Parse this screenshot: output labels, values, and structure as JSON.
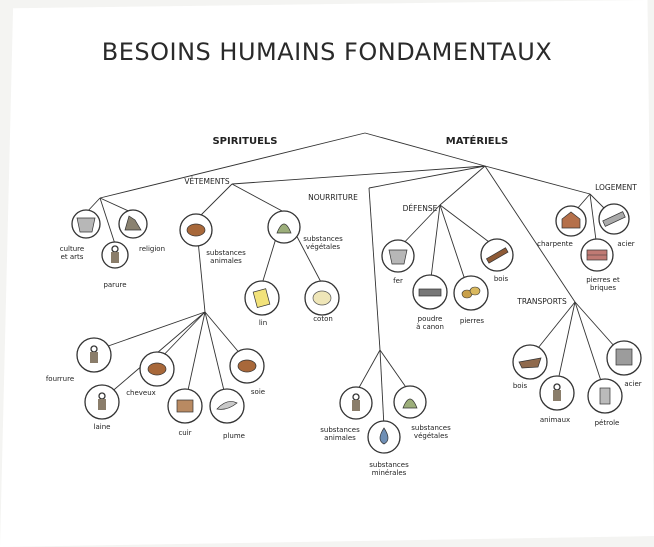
{
  "title": "BESOINS HUMAINS FONDAMENTAUX",
  "branches": {
    "spirituels": "SPIRITUELS",
    "materiels": "MATÉRIELS"
  },
  "categories": {
    "vetements": "VÊTEMENTS",
    "nourriture": "NOURRITURE",
    "defense": "DÉFENSE",
    "logement": "LOGEMENT",
    "transports": "TRANSPORTS"
  },
  "spirituels": {
    "culture": [
      "culture",
      "et arts"
    ],
    "religion": [
      "religion"
    ],
    "parure": [
      "parure"
    ]
  },
  "vetements": {
    "substances_animales": [
      "substances",
      "animales"
    ],
    "substances_vegetales": [
      "substances",
      "végétales"
    ],
    "lin": [
      "lin"
    ],
    "coton": [
      "coton"
    ],
    "fourrure": [
      "fourrure"
    ],
    "cheveux": [
      "cheveux"
    ],
    "laine": [
      "laine"
    ],
    "cuir": [
      "cuir"
    ],
    "plume": [
      "plume"
    ],
    "soie": [
      "soie"
    ]
  },
  "nourriture": {
    "substances_animales": [
      "substances",
      "animales"
    ],
    "substances_vegetales": [
      "substances",
      "végétales"
    ],
    "substances_minerales": [
      "substances",
      "minérales"
    ]
  },
  "defense": {
    "fer": [
      "fer"
    ],
    "bois": [
      "bois"
    ],
    "poudre": [
      "poudre",
      "à canon"
    ],
    "pierres": [
      "pierres"
    ]
  },
  "logement": {
    "charpente": [
      "charpente"
    ],
    "acier": [
      "acier"
    ],
    "pierres_briques": [
      "pierres et",
      "briques"
    ]
  },
  "transports": {
    "bois": [
      "bois"
    ],
    "animaux": [
      "animaux"
    ],
    "petrole": [
      "pétrole"
    ],
    "acier": [
      "acier"
    ]
  }
}
